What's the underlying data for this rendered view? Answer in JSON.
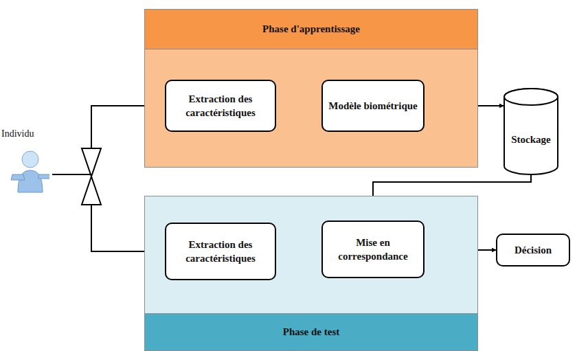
{
  "diagram": {
    "nodes": [
      {
        "text": [
          "Phase d'apprentissage"
        ]
      },
      {
        "text": [
          "Extraction des caractéristiques"
        ],
        "in": 0
      },
      {
        "text": [
          "Modèle biométrique"
        ],
        "in": 0
      },
      {
        "text": [
          "Stockage"
        ]
      },
      {
        "text": [
          "Individu"
        ]
      },
      {
        "text": [
          "Phase de test"
        ]
      },
      {
        "text": [
          "Extraction des caractéristiques"
        ],
        "in": 5
      },
      {
        "text": [
          "Mise en correspondance"
        ],
        "in": 5
      },
      {
        "text": [
          "Décision"
        ]
      }
    ],
    "edges": [
      {
        "from": 4,
        "to": 1,
        "arrow": "to"
      },
      {
        "from": 4,
        "to": 6,
        "arrow": "to"
      },
      {
        "from": 2,
        "to": 3,
        "arrow": "to"
      },
      {
        "from": 3,
        "to": 7,
        "arrow": "to"
      },
      {
        "from": 7,
        "to": 8,
        "arrow": "to"
      }
    ]
  }
}
